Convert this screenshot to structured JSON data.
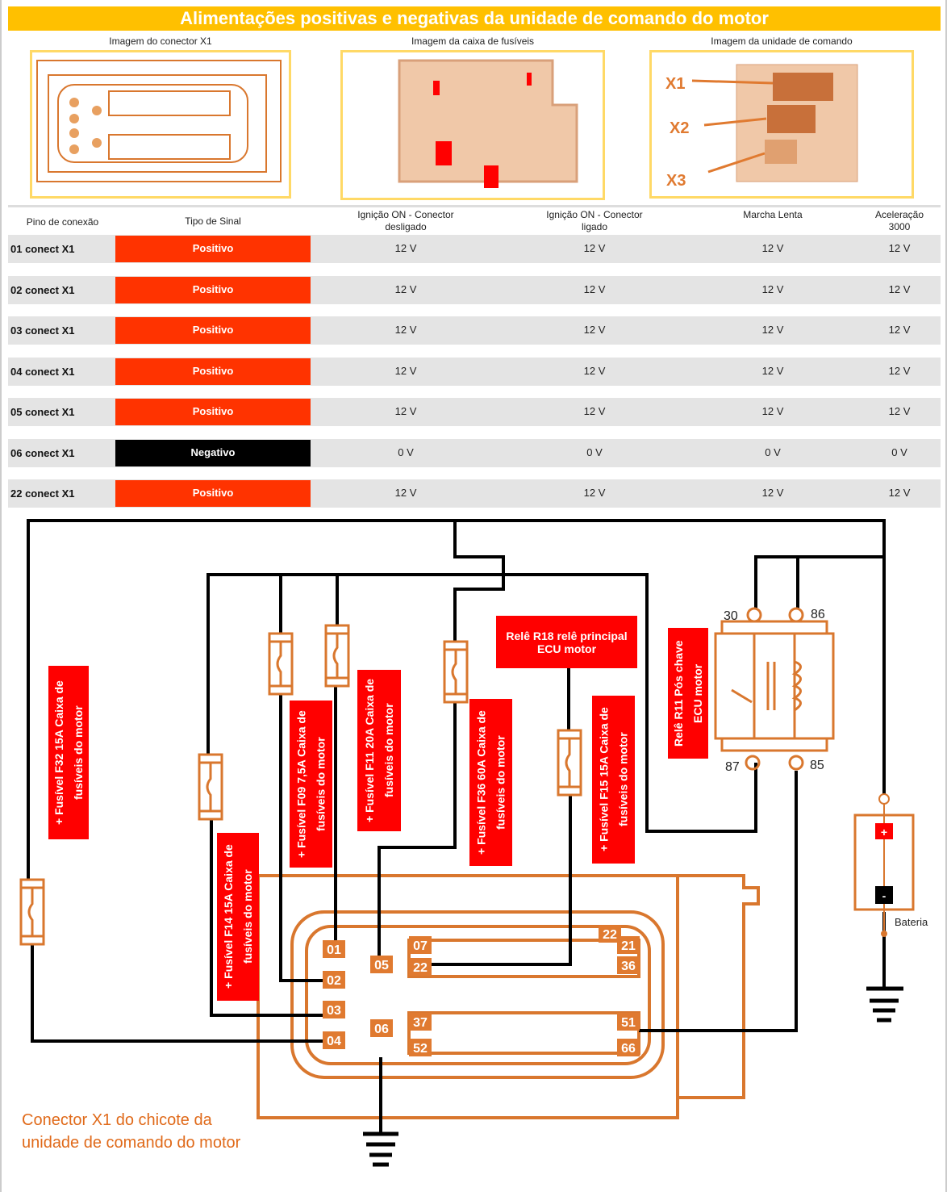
{
  "title": "Alimentações positivas e negativas da unidade de comando do motor",
  "images": {
    "connector": "Imagem do conector X1",
    "fusebox": "Imagem da caixa de fusíveis",
    "ecu": "Imagem da unidade de comando",
    "ecu_labels": [
      "X1",
      "X2",
      "X3"
    ]
  },
  "table": {
    "headers": [
      "Pino de conexão",
      "Tipo de Sinal",
      "Ignição ON - Conector desligado",
      "Ignição ON - Conector ligado",
      "Marcha Lenta",
      "Aceleração 3000"
    ],
    "rows": [
      {
        "pin": "01 conect X1",
        "type": "Positivo",
        "v": [
          "12 V",
          "12 V",
          "12 V",
          "12 V"
        ]
      },
      {
        "pin": "02 conect X1",
        "type": "Positivo",
        "v": [
          "12 V",
          "12 V",
          "12 V",
          "12 V"
        ]
      },
      {
        "pin": "03 conect X1",
        "type": "Positivo",
        "v": [
          "12 V",
          "12 V",
          "12 V",
          "12 V"
        ]
      },
      {
        "pin": "04 conect X1",
        "type": "Positivo",
        "v": [
          "12 V",
          "12 V",
          "12 V",
          "12 V"
        ]
      },
      {
        "pin": "05 conect X1",
        "type": "Positivo",
        "v": [
          "12 V",
          "12 V",
          "12 V",
          "12 V"
        ]
      },
      {
        "pin": "06 conect X1",
        "type": "Negativo",
        "v": [
          "0 V",
          "0 V",
          "0 V",
          "0 V"
        ]
      },
      {
        "pin": "22 conect X1",
        "type": "Positivo",
        "v": [
          "12 V",
          "12 V",
          "12 V",
          "12 V"
        ]
      }
    ]
  },
  "diagram": {
    "fuses": {
      "f32": "+ Fusível F32 15A Caixa de fusíveis  do motor",
      "f14": "+ Fusível F14 15A Caixa de fusíveis  do motor",
      "f09": "+ Fusível F09 7,5A Caixa de fusíveis  do motor",
      "f11": "+ Fusível F11 20A Caixa de fusíveis  do motor",
      "f36": "+ Fusível F36 60A Caixa de fusíveis  do motor",
      "f15": "+ Fusível F15 15A Caixa de fusíveis  do motor"
    },
    "r18": "Relê R18 relê principal ECU motor",
    "r11": "Relê R11  Pós chave ECU motor",
    "relay_pins": [
      "30",
      "86",
      "87",
      "85"
    ],
    "battery": {
      "label": "Bateria",
      "plus": "+",
      "minus": "-"
    },
    "connector_pins": [
      "01",
      "02",
      "03",
      "04",
      "05",
      "06",
      "07",
      "22",
      "37",
      "52",
      "22",
      "21",
      "36",
      "51",
      "66"
    ],
    "caption": "Conector X1 do chicote da unidade de comando do motor"
  },
  "colors": {
    "header": "#ffc000",
    "positive": "#ff3300",
    "negative": "#000000",
    "label_red": "#ff0000",
    "orange": "#e07a30"
  }
}
